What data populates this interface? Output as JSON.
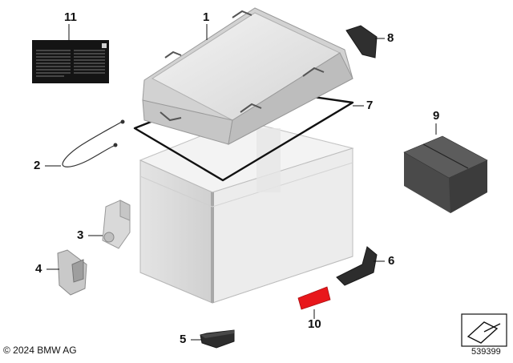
{
  "callouts": {
    "c1": "1",
    "c2": "2",
    "c3": "3",
    "c4": "4",
    "c5": "5",
    "c6": "6",
    "c7": "7",
    "c8": "8",
    "c9": "9",
    "c10": "10",
    "c11": "11"
  },
  "footer": {
    "copyright": "© 2024 BMW AG",
    "diagram_id": "539399"
  },
  "icons": {
    "parts": [
      "case-lid",
      "retaining-cable",
      "lock-bracket",
      "hinge-bracket",
      "corner-protector",
      "side-protector",
      "lid-seal",
      "lid-corner-cap",
      "inner-bag",
      "reflector",
      "label-sticker"
    ],
    "nav": "diagram-navigation-icon"
  },
  "colors": {
    "reflector": "#e8171b",
    "rubber": "#2d2d2d",
    "aluminium": "#d8d8d8"
  }
}
